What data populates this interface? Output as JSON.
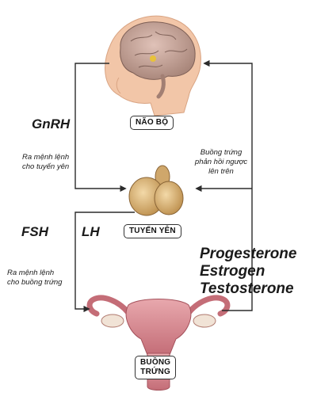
{
  "organs": {
    "brain": "NÃO BỘ",
    "pituitary": "TUYẾN YÊN",
    "ovary_line1": "BUỒNG",
    "ovary_line2": "TRỨNG"
  },
  "hormones": {
    "gnrh": "GnRH",
    "fsh": "FSH",
    "lh": "LH",
    "progesterone": "Progesterone",
    "estrogen": "Estrogen",
    "testosterone": "Testosterone"
  },
  "notes": {
    "to_pituitary_1": "Ra mệnh lệnh",
    "to_pituitary_2": "cho tuyến yên",
    "to_ovary_1": "Ra mệnh lệnh",
    "to_ovary_2": "cho buồng trứng",
    "feedback_1": "Buồng trứng",
    "feedback_2": "phản hồi ngược",
    "feedback_3": "lên trên"
  },
  "colors": {
    "line": "#2b2b2b",
    "skin": "#f2c6a8",
    "brain": "#c9a79a",
    "gland": "#d9b27a",
    "uterus": "#d98f96"
  }
}
